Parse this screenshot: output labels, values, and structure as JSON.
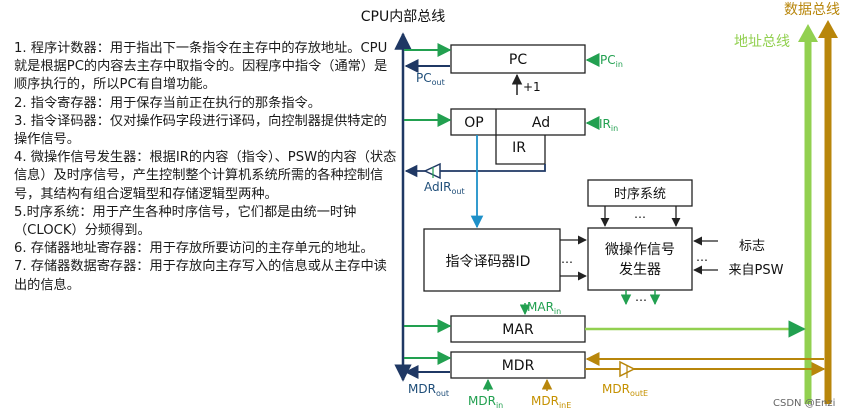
{
  "title": "CPU内部总线",
  "bus_labels": {
    "data_bus": "数据总线",
    "address_bus": "地址总线"
  },
  "descriptions": [
    "1. 程序计数器：用于指出下一条指令在主存中的存放地址。CPU就是根据PC的内容去主存中取指令的。因程序中指令（通常）是顺序执行的，所以PC有自增功能。",
    "2. 指令寄存器：用于保存当前正在执行的那条指令。",
    "3. 指令译码器：仅对操作码字段进行译码，向控制器提供特定的操作信号。",
    "4. 微操作信号发生器：根据IR的内容（指令）、PSW的内容（状态信息）及时序信号，产生控制整个计算机系统所需的各种控制信号，其结构有组合逻辑型和存储逻辑型两种。",
    "5.时序系统：用于产生各种时序信号，它们都是由统一时钟（CLOCK）分频得到。",
    "6. 存储器地址寄存器：用于存放所要访问的主存单元的地址。",
    "7. 存储器数据寄存器：用于存放向主存写入的信息或从主存中读出的信息。"
  ],
  "blocks": {
    "pc": "PC",
    "pc_increment": "+1",
    "ir_op": "OP",
    "ir_ad": "Ad",
    "ir": "IR",
    "timing": "时序系统",
    "decoder": "指令译码器ID",
    "micro_op_gen_line1": "微操作信号",
    "micro_op_gen_line2": "发生器",
    "mar": "MAR",
    "mdr": "MDR"
  },
  "signals": {
    "pc_in": {
      "base": "PC",
      "sub": "in"
    },
    "pc_out": {
      "base": "PC",
      "sub": "out"
    },
    "ir_in": {
      "base": "IR",
      "sub": "in"
    },
    "adir_out": {
      "base": "AdIR",
      "sub": "out"
    },
    "mar_in": {
      "base": "MAR",
      "sub": "in"
    },
    "mdr_out": {
      "base": "MDR",
      "sub": "out"
    },
    "mdr_in": {
      "base": "MDR",
      "sub": "in"
    },
    "mdr_ine": {
      "base": "MDR",
      "sub": "inE"
    },
    "mdr_oute": {
      "base": "MDR",
      "sub": "outE"
    }
  },
  "ellipsis": "…",
  "flag_line1": "标志",
  "flag_line2": "来自PSW",
  "watermark": "CSDN @Enzi",
  "colors": {
    "data_bus": "#b8860b",
    "address_bus": "#92d050",
    "control_green": "#22a050",
    "internal_bus": "#1f3864",
    "accent_blue": "#1e90c8",
    "label_blue": "#1f4e79",
    "label_gold": "#c59100"
  }
}
